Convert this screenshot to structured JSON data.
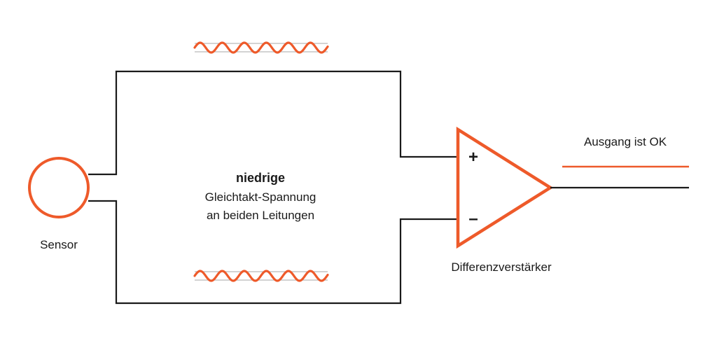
{
  "colors": {
    "accent": "#ee5a2a",
    "wire": "#1a1a1a",
    "noise_baseline": "#b9b9b9"
  },
  "labels": {
    "sensor": "Sensor",
    "center_bold": "niedrige",
    "center_line2": "Gleichtakt-Spannung",
    "center_line3": "an beiden Leitungen",
    "plus": "+",
    "minus": "–",
    "amplifier": "Differenzverstärker",
    "output": "Ausgang ist OK"
  }
}
